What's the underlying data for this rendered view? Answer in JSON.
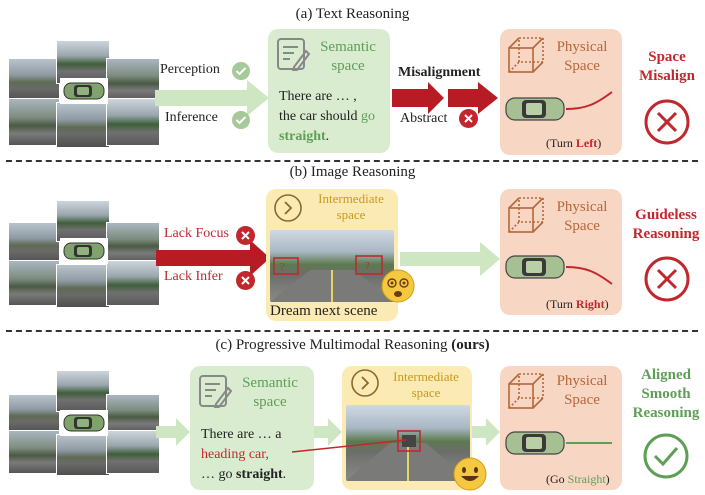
{
  "sections": {
    "a_title": "(a) Text Reasoning",
    "b_title": "(b) Image Reasoning",
    "c_title_main": "(c) Progressive Multimodal Reasoning",
    "c_title_bold": "(ours)"
  },
  "text_reasoning": {
    "perception": "Perception",
    "inference": "Inference",
    "semantic_1": "Semantic",
    "semantic_2": "space",
    "body_1": "There are … ,",
    "body_2a": "the car should ",
    "body_2b": "go",
    "body_3": "straight",
    "body_3_end": ".",
    "misalignment": "Misalignment",
    "abstract": "Abstract",
    "physical_1": "Physical",
    "physical_2": "Space",
    "turn_a": "(Turn ",
    "turn_b": "Left",
    "turn_c": ")",
    "verdict_1": "Space",
    "verdict_2": "Misalign"
  },
  "image_reasoning": {
    "lack_focus": "Lack Focus",
    "lack_infer": "Lack Infer",
    "inter_1": "Intermediate",
    "inter_2": "space",
    "dream": "Dream next scene",
    "physical_1": "Physical",
    "physical_2": "Space",
    "turn_a": "(Turn ",
    "turn_b": "Right",
    "turn_c": ")",
    "verdict_1": "Guideless",
    "verdict_2": "Reasoning"
  },
  "progressive": {
    "semantic_1": "Semantic",
    "semantic_2": "space",
    "body_1": "There are … a",
    "body_2": "heading car,",
    "body_3a": "… go ",
    "body_3b": "straight",
    "body_3c": ".",
    "inter_1": "Intermediate",
    "inter_2": "space",
    "physical_1": "Physical",
    "physical_2": "Space",
    "go_a": "(Go ",
    "go_b": "Straight",
    "go_c": ")",
    "verdict_1": "Aligned",
    "verdict_2": "Smooth",
    "verdict_3": "Reasoning"
  },
  "colors": {
    "green_box": "#d9ecd0",
    "peach_box": "#f8d6c4",
    "yellow_box": "#fbeab4",
    "accent_red": "#c0282e",
    "accent_green": "#5f9e57",
    "accent_brown": "#b5673a"
  },
  "icons": [
    "document-pencil-icon",
    "cube-icon",
    "check-circle-icon",
    "cross-circle-icon",
    "chevron-right-circle-icon",
    "car-icon",
    "dizzy-emoji-icon",
    "smile-emoji-icon"
  ]
}
